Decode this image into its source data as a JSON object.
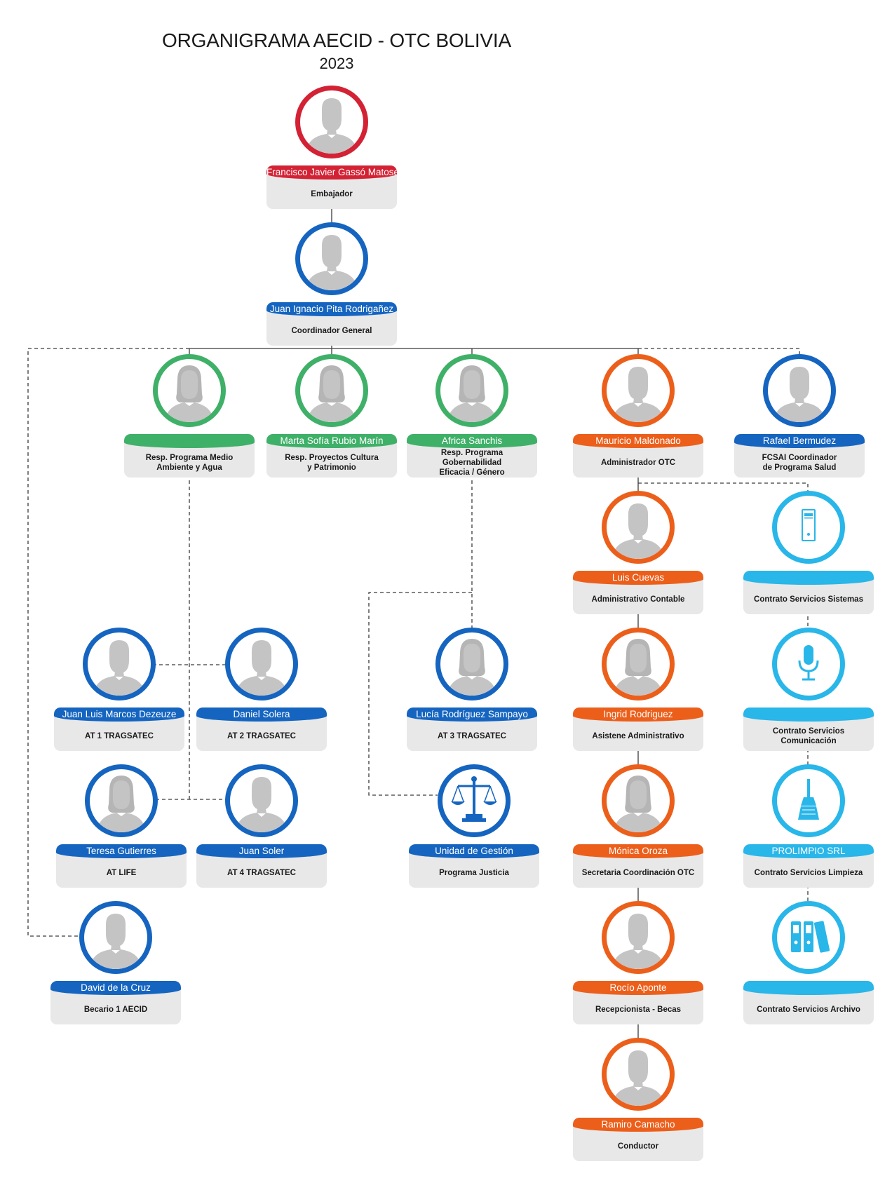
{
  "header": {
    "title": "ORGANIGRAMA AECID - OTC BOLIVIA",
    "year": "2023"
  },
  "colors": {
    "red": "#d32234",
    "blue": "#1565c0",
    "green": "#3fb068",
    "orange": "#ec5f1b",
    "cyan": "#29b6e9",
    "card": "#e8e8e8",
    "silhouette": "#c4c4c4"
  },
  "nodes": [
    {
      "name": "Francisco Javier Gassó Matoses",
      "role": "Embajador",
      "color": "red",
      "icon": "person-male-icon"
    },
    {
      "name": "Juan Ignacio Pita Rodrigañez",
      "role": "Coordinador General",
      "color": "blue",
      "icon": "person-male-icon"
    },
    {
      "name": "",
      "role": "Resp. Programa Medio\nAmbiente y Agua",
      "color": "green",
      "icon": "person-female-icon"
    },
    {
      "name": "Marta Sofía Rubio Marín",
      "role": "Resp. Proyectos Cultura\ny Patrimonio",
      "color": "green",
      "icon": "person-female-icon"
    },
    {
      "name": "Africa Sanchis",
      "role": "Resp. Programa Gobernabilidad\nEficacia / Género",
      "color": "green",
      "icon": "person-female-icon"
    },
    {
      "name": "Mauricio Maldonado",
      "role": "Administrador OTC",
      "color": "orange",
      "icon": "person-male-icon"
    },
    {
      "name": "Rafael Bermudez",
      "role": "FCSAI Coordinador\nde Programa Salud",
      "color": "blue",
      "icon": "person-male-icon"
    },
    {
      "name": "Luis Cuevas",
      "role": "Administrativo Contable",
      "color": "orange",
      "icon": "person-male-icon"
    },
    {
      "name": "",
      "role": "Contrato Servicios Sistemas",
      "color": "cyan",
      "icon": "computer-icon"
    },
    {
      "name": "Juan Luis Marcos Dezeuze",
      "role": "AT 1 TRAGSATEC",
      "color": "blue",
      "icon": "person-male-icon"
    },
    {
      "name": "Daniel Solera",
      "role": "AT 2 TRAGSATEC",
      "color": "blue",
      "icon": "person-male-icon"
    },
    {
      "name": "Lucía Rodríguez Sampayo",
      "role": "AT 3 TRAGSATEC",
      "color": "blue",
      "icon": "person-female-icon"
    },
    {
      "name": "Ingrid Rodriguez",
      "role": "Asistene Administrativo",
      "color": "orange",
      "icon": "person-female-icon"
    },
    {
      "name": "",
      "role": "Contrato Servicios\nComunicación",
      "color": "cyan",
      "icon": "microphone-icon"
    },
    {
      "name": "Teresa Gutierres",
      "role": "AT LIFE",
      "color": "blue",
      "icon": "person-female-icon"
    },
    {
      "name": "Juan Soler",
      "role": "AT 4 TRAGSATEC",
      "color": "blue",
      "icon": "person-male-icon"
    },
    {
      "name": "Unidad de Gestión",
      "role": "Programa Justicia",
      "color": "blue",
      "icon": "scales-icon"
    },
    {
      "name": "Mónica Oroza",
      "role": "Secretaria Coordinación OTC",
      "color": "orange",
      "icon": "person-female-icon"
    },
    {
      "name": "PROLIMPIO SRL",
      "role": "Contrato Servicios Limpieza",
      "color": "cyan",
      "icon": "broom-icon"
    },
    {
      "name": "David de la Cruz",
      "role": "Becario 1 AECID",
      "color": "blue",
      "icon": "person-male-icon"
    },
    {
      "name": "Rocío Aponte",
      "role": "Recepcionista - Becas",
      "color": "orange",
      "icon": "person-male-icon"
    },
    {
      "name": "",
      "role": "Contrato Servicios Archivo",
      "color": "cyan",
      "icon": "binders-icon"
    },
    {
      "name": "Ramiro Camacho",
      "role": "Conductor",
      "color": "orange",
      "icon": "person-male-icon"
    }
  ]
}
